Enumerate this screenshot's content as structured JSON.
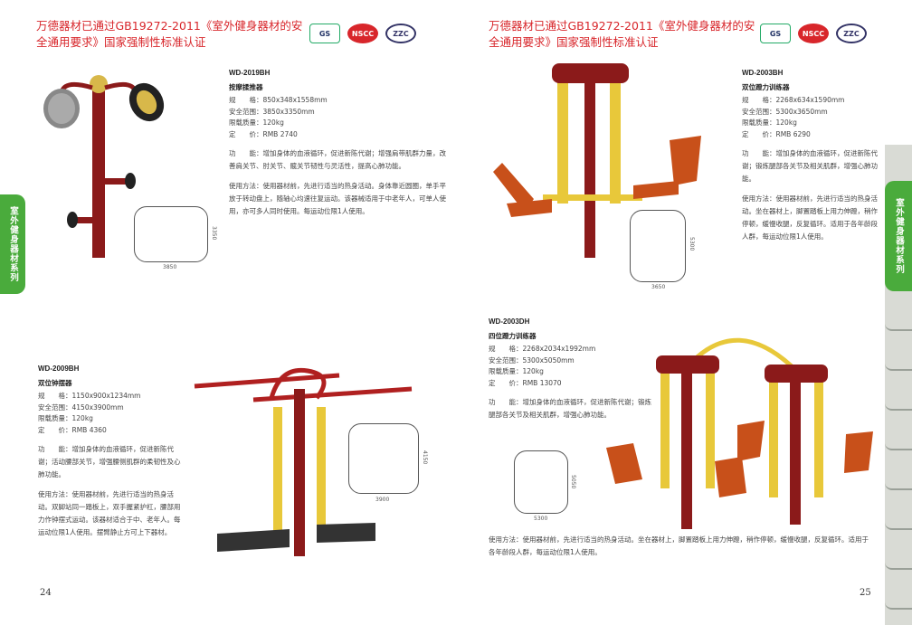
{
  "header": {
    "title": "万德器材已通过GB19272-2011《室外健身器材的安全通用要求》国家强制性标准认证",
    "logos": [
      "GS",
      "NSCC",
      "ZZC"
    ]
  },
  "side_tab": "室外健身器材系列",
  "pages": {
    "left": "24",
    "right": "25"
  },
  "products": [
    {
      "model": "WD-2019BH",
      "name": "按摩揉推器",
      "spec": "规　　格：850x348x1558mm",
      "range": "安全范围：3850x3350mm",
      "load": "限载质量：120kg",
      "price": "定　　价：RMB 2740",
      "function": "功　　能：增加身体的血液循环，促进新陈代谢；增强肩带肌群力量，改善肩关节、肘关节、髋关节韧性与灵活性，提高心肺功能。",
      "usage": "使用方法：使用器材前，先进行适当的热身活动。身体靠近圆圈，单手平放于转动盘上，随轴心均速往复运动。该器械适用于中老年人，可单人使用，亦可多人同时使用。每运动位限1人使用。",
      "dims": [
        "3850",
        "3350"
      ]
    },
    {
      "model": "WD-2003BH",
      "name": "双位蹬力训练器",
      "spec": "规　　格：2268x634x1590mm",
      "range": "安全范围：5300x3650mm",
      "load": "限载质量：120kg",
      "price": "定　　价：RMB 6290",
      "function": "功　　能：增加身体的血液循环，促进新陈代谢；锻炼腿部各关节及相关肌群，增强心肺功能。",
      "usage": "使用方法：使用器材前，先进行适当的热身活动。坐在器材上，脚置踏板上用力伸蹬，稍作停顿，缓慢收腿，反复循环。适用于各年龄段人群，每运动位限1人使用。",
      "dims": [
        "3650",
        "5300"
      ]
    },
    {
      "model": "WD-2009BH",
      "name": "双位钟摆器",
      "spec": "规　　格：1150x900x1234mm",
      "range": "安全范围：4150x3900mm",
      "load": "限载质量：120kg",
      "price": "定　　价：RMB 4360",
      "function": "功　　能：增加身体的血液循环，促进新陈代谢；活动腰部关节，增强腰侧肌群的柔韧性及心肺功能。",
      "usage": "使用方法：使用器材前，先进行适当的热身活动。双脚站同一踏板上，双手握紧护杠，腰部用力作钟摆式运动。该器材适合于中、老年人。每运动位限1人使用。摆臂静止方可上下器材。",
      "dims": [
        "3900",
        "4150"
      ]
    },
    {
      "model": "WD-2003DH",
      "name": "四位蹬力训练器",
      "spec": "规　　格：2268x2034x1992mm",
      "range": "安全范围：5300x5050mm",
      "load": "限载质量：120kg",
      "price": "定　　价：RMB 13070",
      "function": "功　　能：增加身体的血液循环，促进新陈代谢；锻炼腿部各关节及相关肌群，增强心肺功能。",
      "usage": "使用方法：使用器材前，先进行适当的热身活动。坐在器材上，脚置踏板上用力伸蹬，稍作停顿，缓慢收腿，反复循环。适用于各年龄段人群，每运动位限1人使用。",
      "dims": [
        "5300",
        "5050"
      ]
    }
  ],
  "colors": {
    "title": "#d8262b",
    "tab": "#4aab3c",
    "pole": "#8b1a1a",
    "yellow": "#e8c83a",
    "seat": "#c8501a"
  }
}
